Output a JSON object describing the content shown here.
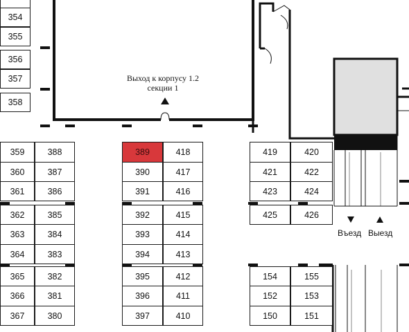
{
  "exit_label": {
    "line1": "Выход к корпусу 1.2",
    "line2": "секции 1"
  },
  "driveway": {
    "entry": "Въезд",
    "exit": "Выезд"
  },
  "highlight_color": "#d8383b",
  "highlighted_spot": "389",
  "spots": {
    "left_column": [
      "354",
      "355",
      "356",
      "357",
      "358"
    ],
    "block_a_col1": [
      "359",
      "360",
      "361",
      "362",
      "363",
      "364",
      "365",
      "366",
      "367"
    ],
    "block_a_col2": [
      "388",
      "387",
      "386",
      "385",
      "384",
      "383",
      "382",
      "381",
      "380"
    ],
    "block_b_col1": [
      "389",
      "390",
      "391",
      "392",
      "393",
      "394",
      "395",
      "396",
      "397"
    ],
    "block_b_col2": [
      "418",
      "417",
      "416",
      "415",
      "414",
      "413",
      "412",
      "411",
      "410"
    ],
    "block_c_col1": [
      "419",
      "421",
      "423",
      "425"
    ],
    "block_c_col2": [
      "420",
      "422",
      "424",
      "426"
    ],
    "block_d_col1": [
      "154",
      "152",
      "150"
    ],
    "block_d_col2": [
      "155",
      "153",
      "151"
    ]
  }
}
